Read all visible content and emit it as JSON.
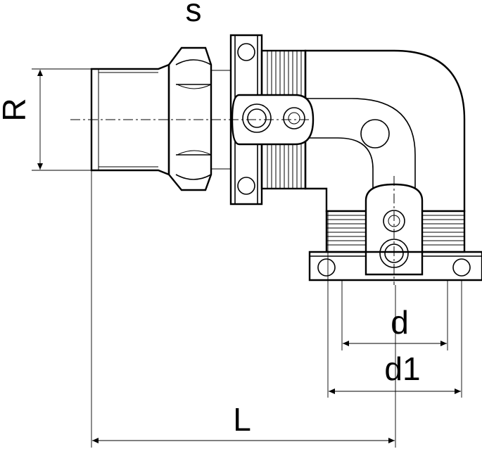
{
  "labels": {
    "s": "s",
    "r": "R",
    "d": "d",
    "d1": "d1",
    "l": "L"
  }
}
